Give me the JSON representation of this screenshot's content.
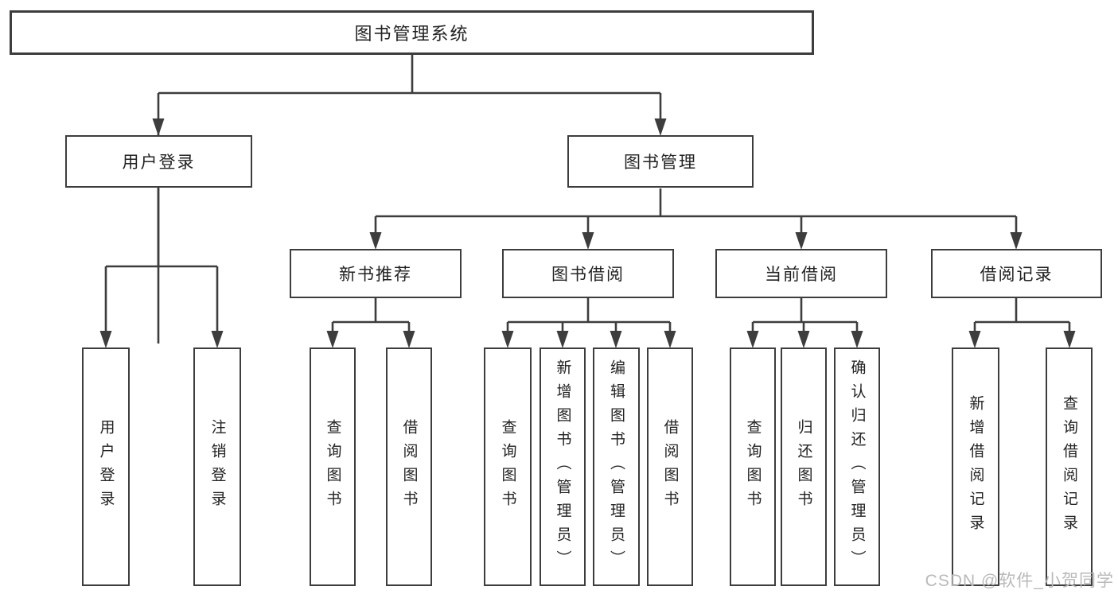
{
  "diagram": {
    "root": {
      "label": "图书管理系统"
    },
    "level2": [
      {
        "label": "用户登录"
      },
      {
        "label": "图书管理"
      }
    ],
    "level3": [
      {
        "label": "新书推荐"
      },
      {
        "label": "图书借阅"
      },
      {
        "label": "当前借阅"
      },
      {
        "label": "借阅记录"
      }
    ],
    "leaves": [
      {
        "label": "用户登录"
      },
      {
        "label": "注销登录"
      },
      {
        "label": "查询图书"
      },
      {
        "label": "借阅图书"
      },
      {
        "label": "查询图书"
      },
      {
        "label": "新增图书（管理员）"
      },
      {
        "label": "编辑图书（管理员）"
      },
      {
        "label": "借阅图书"
      },
      {
        "label": "查询图书"
      },
      {
        "label": "归还图书"
      },
      {
        "label": "确认归还（管理员）"
      },
      {
        "label": "新增借阅记录"
      },
      {
        "label": "查询借阅记录"
      }
    ]
  },
  "watermark": {
    "text": "CSDN @软件_小贺同学"
  },
  "colors": {
    "line": "#3d3d3d",
    "text": "#222222",
    "background": "#ffffff",
    "watermark": "#b9b9b9"
  }
}
